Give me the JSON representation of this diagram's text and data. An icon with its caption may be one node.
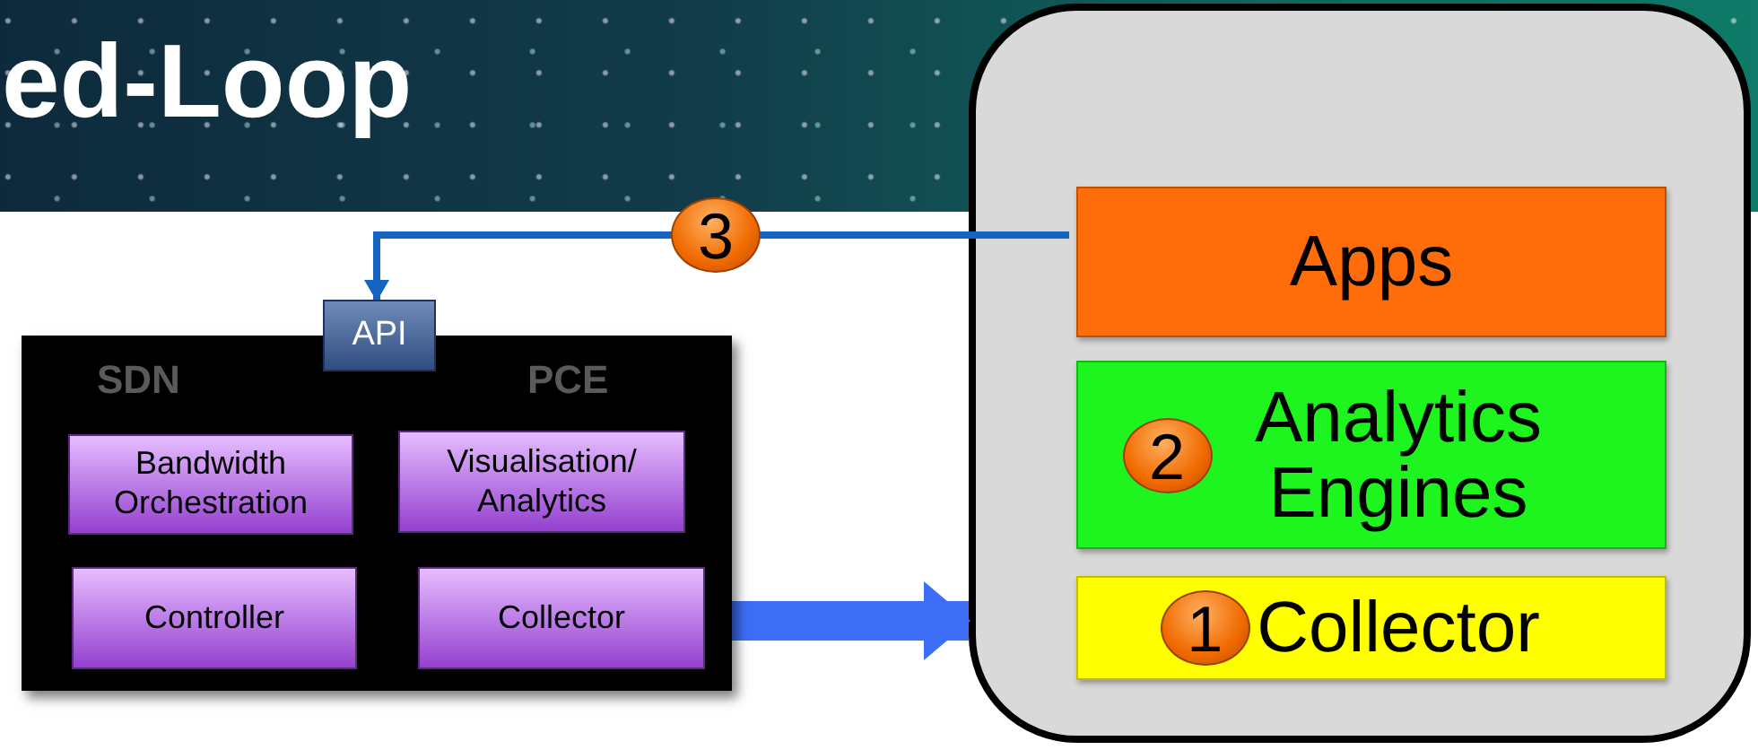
{
  "diagram": {
    "title": "ed-Loop",
    "nodes": [
      {
        "text": [
          "SDN",
          "PCE"
        ]
      },
      {
        "text": [
          "API"
        ]
      },
      {
        "text": [
          "Bandwidth Orchestration"
        ],
        "in": 0
      },
      {
        "text": [
          "Visualisation/ Analytics"
        ],
        "in": 0
      },
      {
        "text": [
          "Controller"
        ],
        "in": 0
      },
      {
        "text": [
          "Collector"
        ],
        "in": 0
      },
      {
        "text": [],
        "shape": "box"
      },
      {
        "text": [
          "Apps"
        ],
        "in": 6
      },
      {
        "text": [
          "2",
          "Analytics Engines"
        ],
        "in": 6
      },
      {
        "text": [
          "1",
          "Collector"
        ],
        "in": 6
      }
    ],
    "edges": [
      {
        "from": 7,
        "to": 1,
        "arrow": "to",
        "label": "3",
        "color": "#1565c0"
      },
      {
        "from": 0,
        "to": 6,
        "arrow": "to",
        "style": "thick",
        "color": "#3d6ef5"
      }
    ]
  }
}
